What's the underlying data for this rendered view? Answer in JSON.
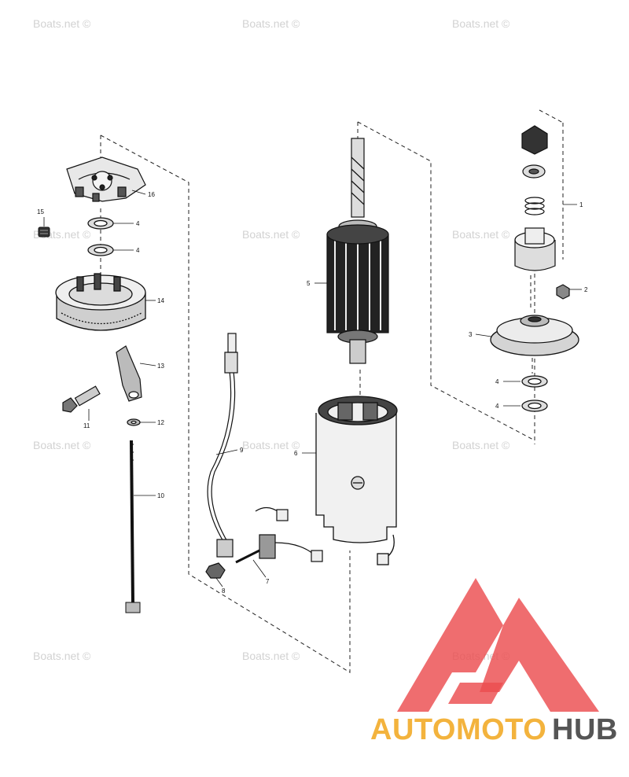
{
  "watermark": {
    "text": "Boats.net ©"
  },
  "callouts": {
    "p1": "1",
    "p2": "2",
    "p3": "3",
    "p4a": "4",
    "p4b": "4",
    "p4c": "4",
    "p4d": "4",
    "p5": "5",
    "p6": "6",
    "p7": "7",
    "p8": "8",
    "p9": "9",
    "p10": "10",
    "p11": "11",
    "p12": "12",
    "p13": "13",
    "p14": "14",
    "p15": "15",
    "p16": "16"
  },
  "brand": {
    "part1": "AUTOMOTO",
    "part2": "HUB",
    "colors": {
      "orange": "#f3b33d",
      "red": "#ec4d4f",
      "gray": "#555555"
    }
  }
}
